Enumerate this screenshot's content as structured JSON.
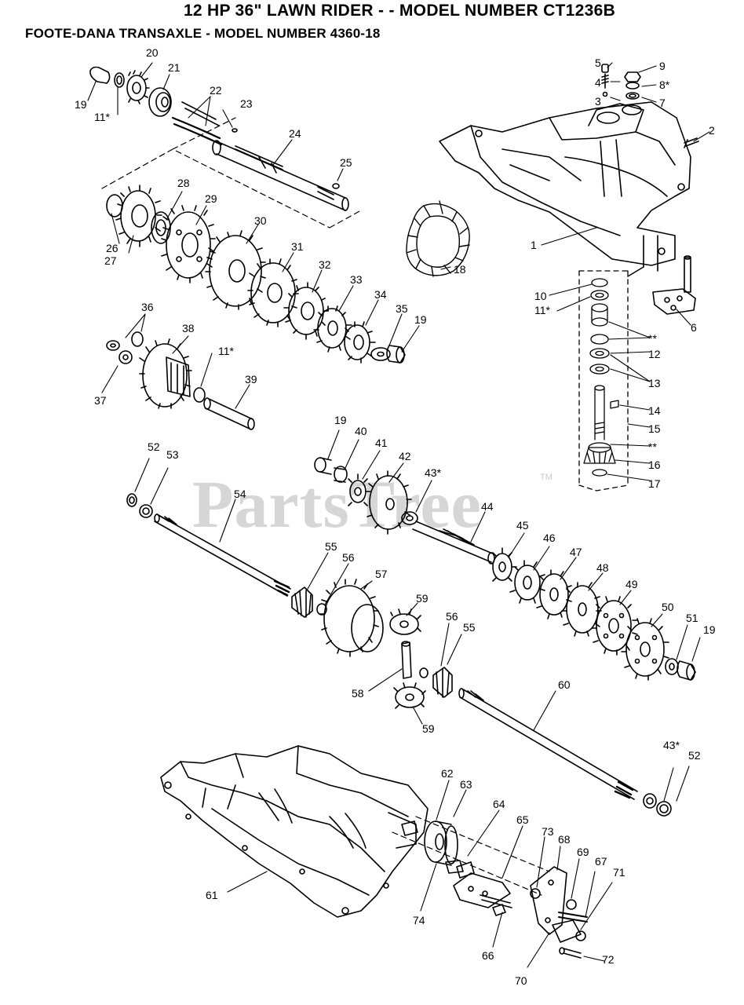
{
  "title_line1": "12 HP 36\" LAWN RIDER - - MODEL NUMBER CT1236B",
  "title_line2": "FOOTE-DANA TRANSAXLE - MODEL NUMBER 4360-18",
  "watermark": "PartsTree",
  "watermark_tm": "TM",
  "callouts": [
    {
      "id": "c1",
      "text": "1"
    },
    {
      "id": "c2",
      "text": "2"
    },
    {
      "id": "c3",
      "text": "3"
    },
    {
      "id": "c4",
      "text": "4"
    },
    {
      "id": "c5",
      "text": "5"
    },
    {
      "id": "c6",
      "text": "6"
    },
    {
      "id": "c7",
      "text": "7"
    },
    {
      "id": "c8",
      "text": "8*"
    },
    {
      "id": "c9",
      "text": "9"
    },
    {
      "id": "c10",
      "text": "10"
    },
    {
      "id": "c11a",
      "text": "11*"
    },
    {
      "id": "c11b",
      "text": "11*"
    },
    {
      "id": "c11c",
      "text": "11*"
    },
    {
      "id": "c12",
      "text": "12"
    },
    {
      "id": "c13",
      "text": "13"
    },
    {
      "id": "c14",
      "text": "14"
    },
    {
      "id": "c15",
      "text": "15"
    },
    {
      "id": "c16",
      "text": "16"
    },
    {
      "id": "c17",
      "text": "17"
    },
    {
      "id": "c18",
      "text": "18"
    },
    {
      "id": "c19a",
      "text": "19"
    },
    {
      "id": "c19b",
      "text": "19"
    },
    {
      "id": "c19c",
      "text": "19"
    },
    {
      "id": "c19d",
      "text": "19"
    },
    {
      "id": "c20",
      "text": "20"
    },
    {
      "id": "c21",
      "text": "21"
    },
    {
      "id": "c22",
      "text": "22"
    },
    {
      "id": "c23",
      "text": "23"
    },
    {
      "id": "c24",
      "text": "24"
    },
    {
      "id": "c25",
      "text": "25"
    },
    {
      "id": "c26",
      "text": "26"
    },
    {
      "id": "c27",
      "text": "27"
    },
    {
      "id": "c28",
      "text": "28"
    },
    {
      "id": "c29",
      "text": "29"
    },
    {
      "id": "c30",
      "text": "30"
    },
    {
      "id": "c31",
      "text": "31"
    },
    {
      "id": "c32",
      "text": "32"
    },
    {
      "id": "c33",
      "text": "33"
    },
    {
      "id": "c34",
      "text": "34"
    },
    {
      "id": "c35",
      "text": "35"
    },
    {
      "id": "c36",
      "text": "36"
    },
    {
      "id": "c37",
      "text": "37"
    },
    {
      "id": "c38",
      "text": "38"
    },
    {
      "id": "c39",
      "text": "39"
    },
    {
      "id": "c40",
      "text": "40"
    },
    {
      "id": "c41",
      "text": "41"
    },
    {
      "id": "c42",
      "text": "42"
    },
    {
      "id": "c43a",
      "text": "43*"
    },
    {
      "id": "c43b",
      "text": "43*"
    },
    {
      "id": "c44",
      "text": "44"
    },
    {
      "id": "c45",
      "text": "45"
    },
    {
      "id": "c46",
      "text": "46"
    },
    {
      "id": "c47",
      "text": "47"
    },
    {
      "id": "c48",
      "text": "48"
    },
    {
      "id": "c49",
      "text": "49"
    },
    {
      "id": "c50",
      "text": "50"
    },
    {
      "id": "c51",
      "text": "51"
    },
    {
      "id": "c52a",
      "text": "52"
    },
    {
      "id": "c52b",
      "text": "52"
    },
    {
      "id": "c53",
      "text": "53"
    },
    {
      "id": "c54",
      "text": "54"
    },
    {
      "id": "c55a",
      "text": "55"
    },
    {
      "id": "c55b",
      "text": "55"
    },
    {
      "id": "c56a",
      "text": "56"
    },
    {
      "id": "c56b",
      "text": "56"
    },
    {
      "id": "c57",
      "text": "57"
    },
    {
      "id": "c58",
      "text": "58"
    },
    {
      "id": "c59a",
      "text": "59"
    },
    {
      "id": "c59b",
      "text": "59"
    },
    {
      "id": "c60",
      "text": "60"
    },
    {
      "id": "c61",
      "text": "61"
    },
    {
      "id": "c62",
      "text": "62"
    },
    {
      "id": "c63",
      "text": "63"
    },
    {
      "id": "c64",
      "text": "64"
    },
    {
      "id": "c65",
      "text": "65"
    },
    {
      "id": "c66",
      "text": "66"
    },
    {
      "id": "c67",
      "text": "67"
    },
    {
      "id": "c68",
      "text": "68"
    },
    {
      "id": "c69",
      "text": "69"
    },
    {
      "id": "c70",
      "text": "70"
    },
    {
      "id": "c71",
      "text": "71"
    },
    {
      "id": "c72",
      "text": "72"
    },
    {
      "id": "c73",
      "text": "73"
    },
    {
      "id": "c74",
      "text": "74"
    },
    {
      "id": "cstar1",
      "text": "**"
    },
    {
      "id": "cstar2",
      "text": "**"
    }
  ]
}
